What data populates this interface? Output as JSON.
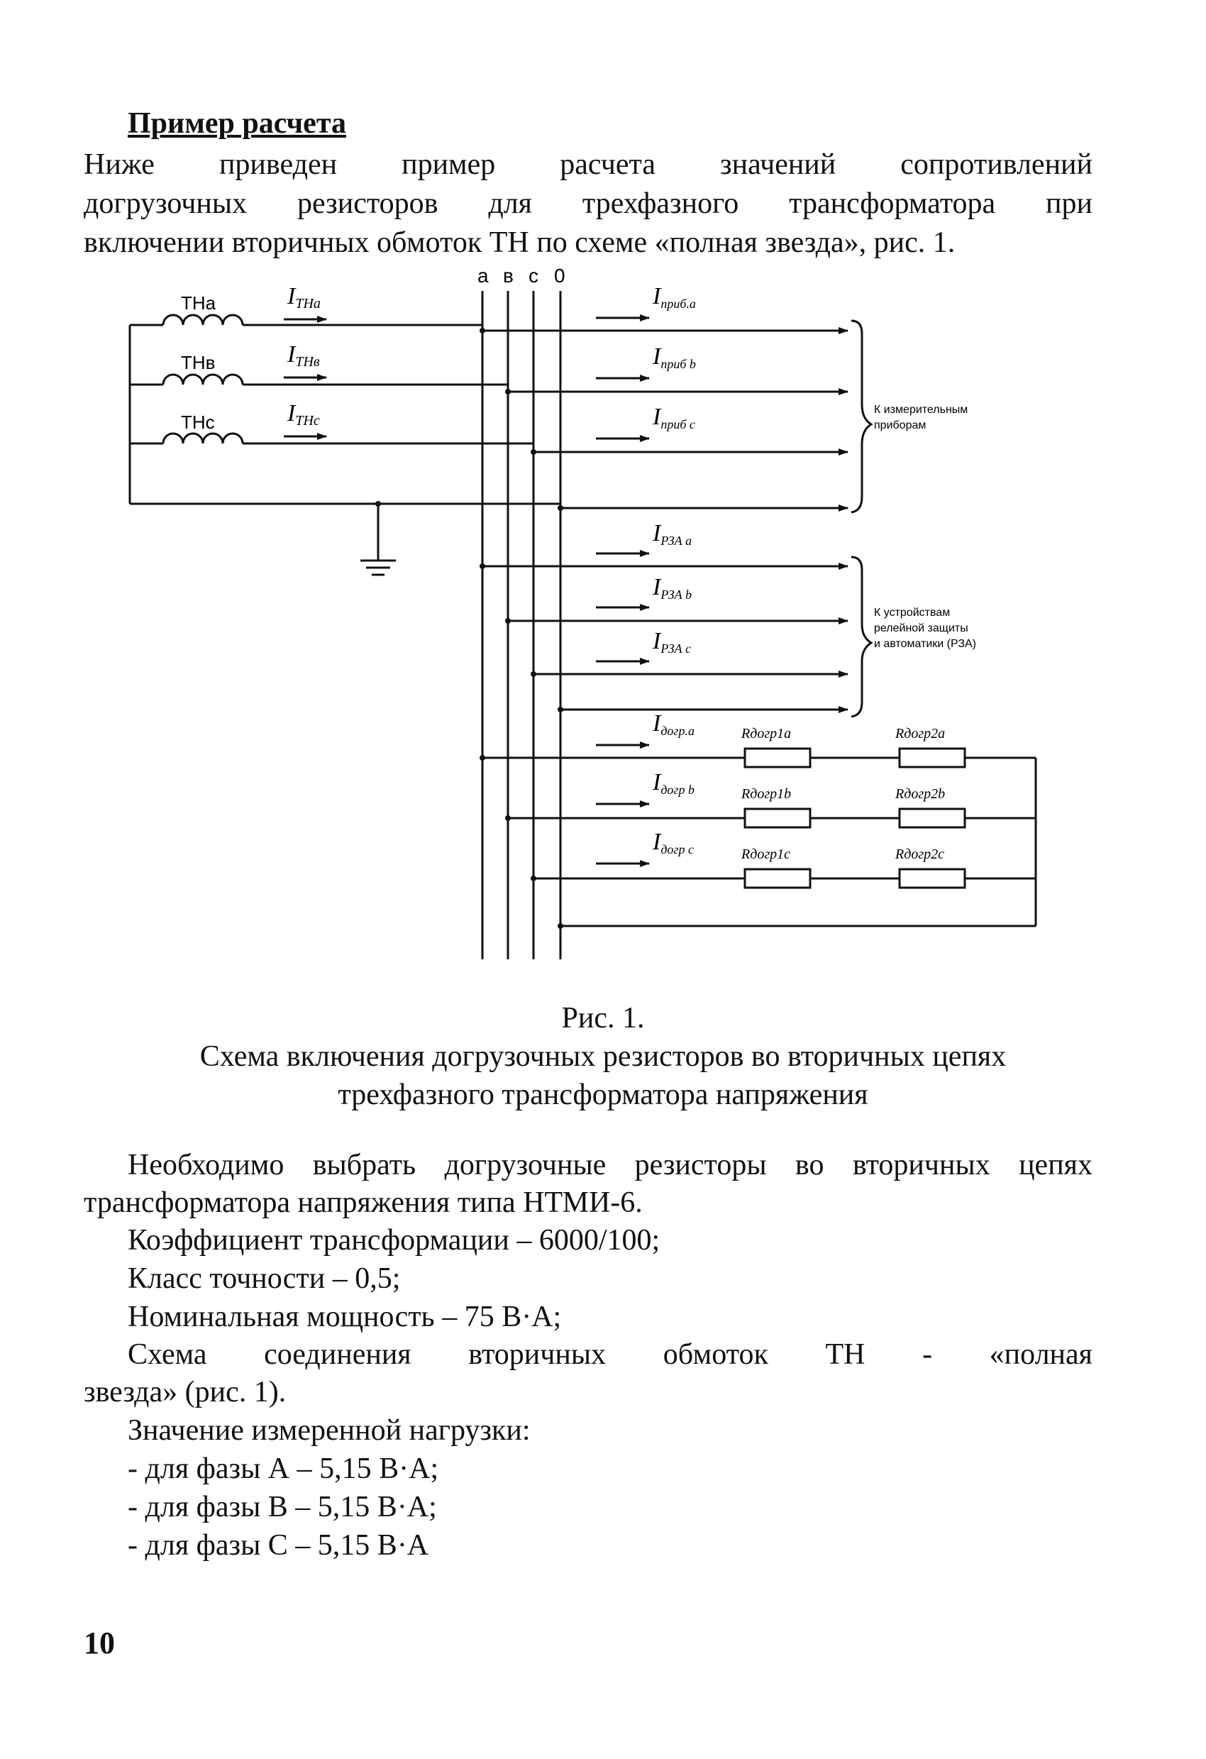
{
  "heading": "Пример расчета",
  "intro": {
    "line1": "Ниже приведен пример расчета значений сопротивлений",
    "line2": "догрузочных резисторов для трехфазного трансформатора при",
    "line3": "включении вторичных обмоток ТН по схеме «полная звезда», рис. 1."
  },
  "diagram": {
    "bus_labels": [
      "а",
      "в",
      "с",
      "0"
    ],
    "windings": [
      "ТНа",
      "ТНв",
      "ТНс"
    ],
    "source_currents": [
      {
        "main": "I",
        "sub": "ТНа"
      },
      {
        "main": "I",
        "sub": "ТНв"
      },
      {
        "main": "I",
        "sub": "ТНс"
      }
    ],
    "device_currents": [
      {
        "main": "I",
        "sub": "приб.a"
      },
      {
        "main": "I",
        "sub": "приб b"
      },
      {
        "main": "I",
        "sub": "приб c"
      }
    ],
    "device_label": {
      "line1": "К измерительным",
      "line2": "приборам"
    },
    "relay_currents": [
      {
        "main": "I",
        "sub": "РЗА a"
      },
      {
        "main": "I",
        "sub": "РЗА b"
      },
      {
        "main": "I",
        "sub": "РЗА c"
      }
    ],
    "relay_label": {
      "line1": "К устройствам",
      "line2": "релейной защиты",
      "line3": "и автоматики (РЗА)"
    },
    "load_currents": [
      {
        "main": "I",
        "sub": "догр.a"
      },
      {
        "main": "I",
        "sub": "догр b"
      },
      {
        "main": "I",
        "sub": "догр c"
      }
    ],
    "resistors_1": [
      "Rдогр1а",
      "Rдогр1b",
      "Rдогр1c"
    ],
    "resistors_2": [
      "Rдогр2а",
      "Rдогр2b",
      "Rдогр2c"
    ]
  },
  "figure": {
    "number": "Рис. 1.",
    "caption_line1": "Схема включения догрузочных резисторов во вторичных цепях",
    "caption_line2": "трехфазного трансформатора напряжения"
  },
  "body": {
    "p1_line1": "Необходимо выбрать догрузочные резисторы во вторичных цепях",
    "p1_line2": "трансформатора напряжения типа НТМИ-6.",
    "ratio": "Коэффициент трансформации – 6000/100;",
    "accuracy": "Класс точности – 0,5;",
    "power": "Номинальная мощность – 75 В·А;",
    "scheme_line1": "Схема соединения вторичных обмоток ТН - «полная",
    "scheme_line2": "звезда» (рис. 1).",
    "measured_title": "Значение измеренной нагрузки:",
    "phase_a": "- для фазы А – 5,15 В·А;",
    "phase_b": "- для фазы В – 5,15 В·А;",
    "phase_c": "- для фазы С – 5,15 В·А"
  },
  "page_number": "10"
}
